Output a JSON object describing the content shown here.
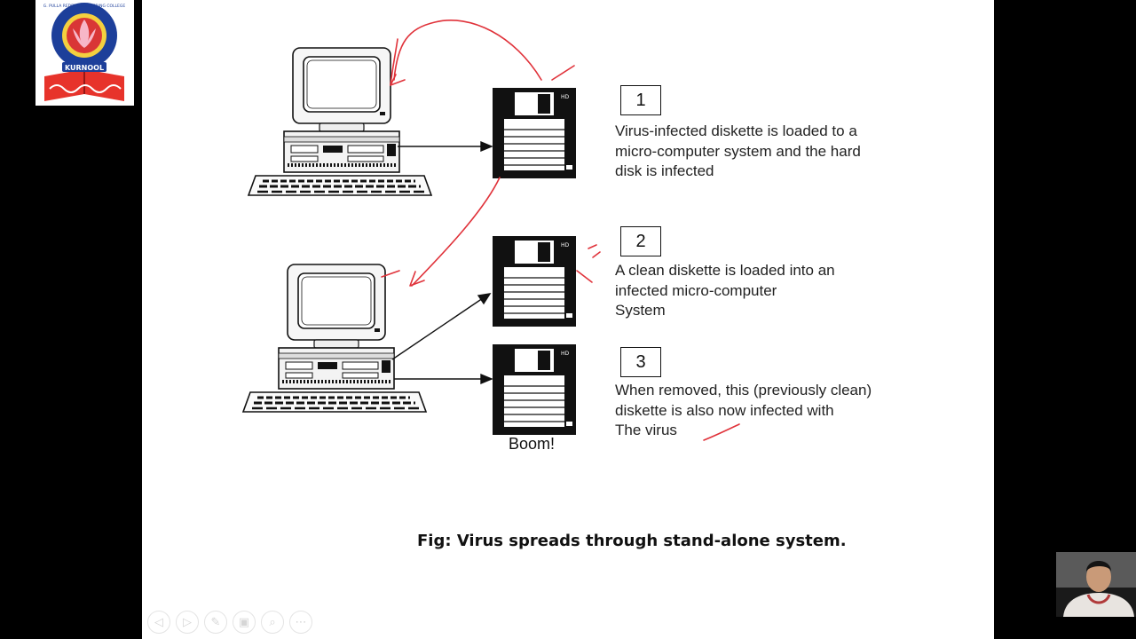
{
  "steps": [
    {
      "number": "1",
      "text": "Virus-infected diskette is loaded to a\nmicro-computer system and the hard\ndisk is infected"
    },
    {
      "number": "2",
      "text": "A clean diskette is loaded into an\ninfected micro-computer\nSystem"
    },
    {
      "number": "3",
      "text": "When removed, this (previously clean)\ndiskette is also now infected with\nThe virus"
    }
  ],
  "disk_label": "HD",
  "boom_label": "Boom!",
  "caption": "Fig: Virus spreads through stand-alone system.",
  "logo": {
    "top_text": "G. PULLA REDDY ENGINEERING COLLEGE",
    "city": "KURNOOL"
  },
  "toolbar": {
    "icons": [
      "previous-icon",
      "next-icon",
      "pen-icon",
      "slides-icon",
      "zoom-icon",
      "more-icon"
    ],
    "glyphs": [
      "◁",
      "▷",
      "✎",
      "▣",
      "⌕",
      "⋯"
    ]
  },
  "colors": {
    "annotation": "#e0323a",
    "ink": "#111111",
    "slide_bg": "#ffffff",
    "frame_bg": "#000000"
  }
}
